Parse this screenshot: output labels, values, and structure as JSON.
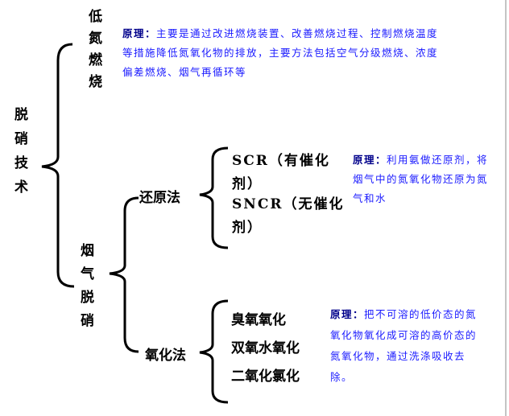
{
  "root": {
    "label": "脱硝技术"
  },
  "branch_low_nox": {
    "label": "低氮燃烧",
    "principle_label": "原理：",
    "principle_text": "主要是通过改进燃烧装置、改善燃烧过程、控制燃烧温度等措施降低氮氧化物的排放，主要方法包括空气分级燃烧、浓度偏差燃烧、烟气再循环等"
  },
  "branch_flue": {
    "label": "烟气脱硝",
    "reduction": {
      "label": "还原法",
      "items": [
        "SCR（有催化剂）",
        "SNCR（无催化剂）"
      ],
      "principle_label": "原理：",
      "principle_text": "利用氨做还原剂，将烟气中的氮氧化物还原为氮气和水"
    },
    "oxidation": {
      "label": "氧化法",
      "items": [
        "臭氧氧化",
        "双氧水氧化",
        "二氧化氯化"
      ],
      "principle_label": "原理：",
      "principle_text": "把不可溶的低价态的氮氧化物氧化成可溶的高价态的氮氧化物，通过洗涤吸收去除。"
    }
  },
  "colors": {
    "principle": "#1a1aff",
    "text": "#000000"
  }
}
